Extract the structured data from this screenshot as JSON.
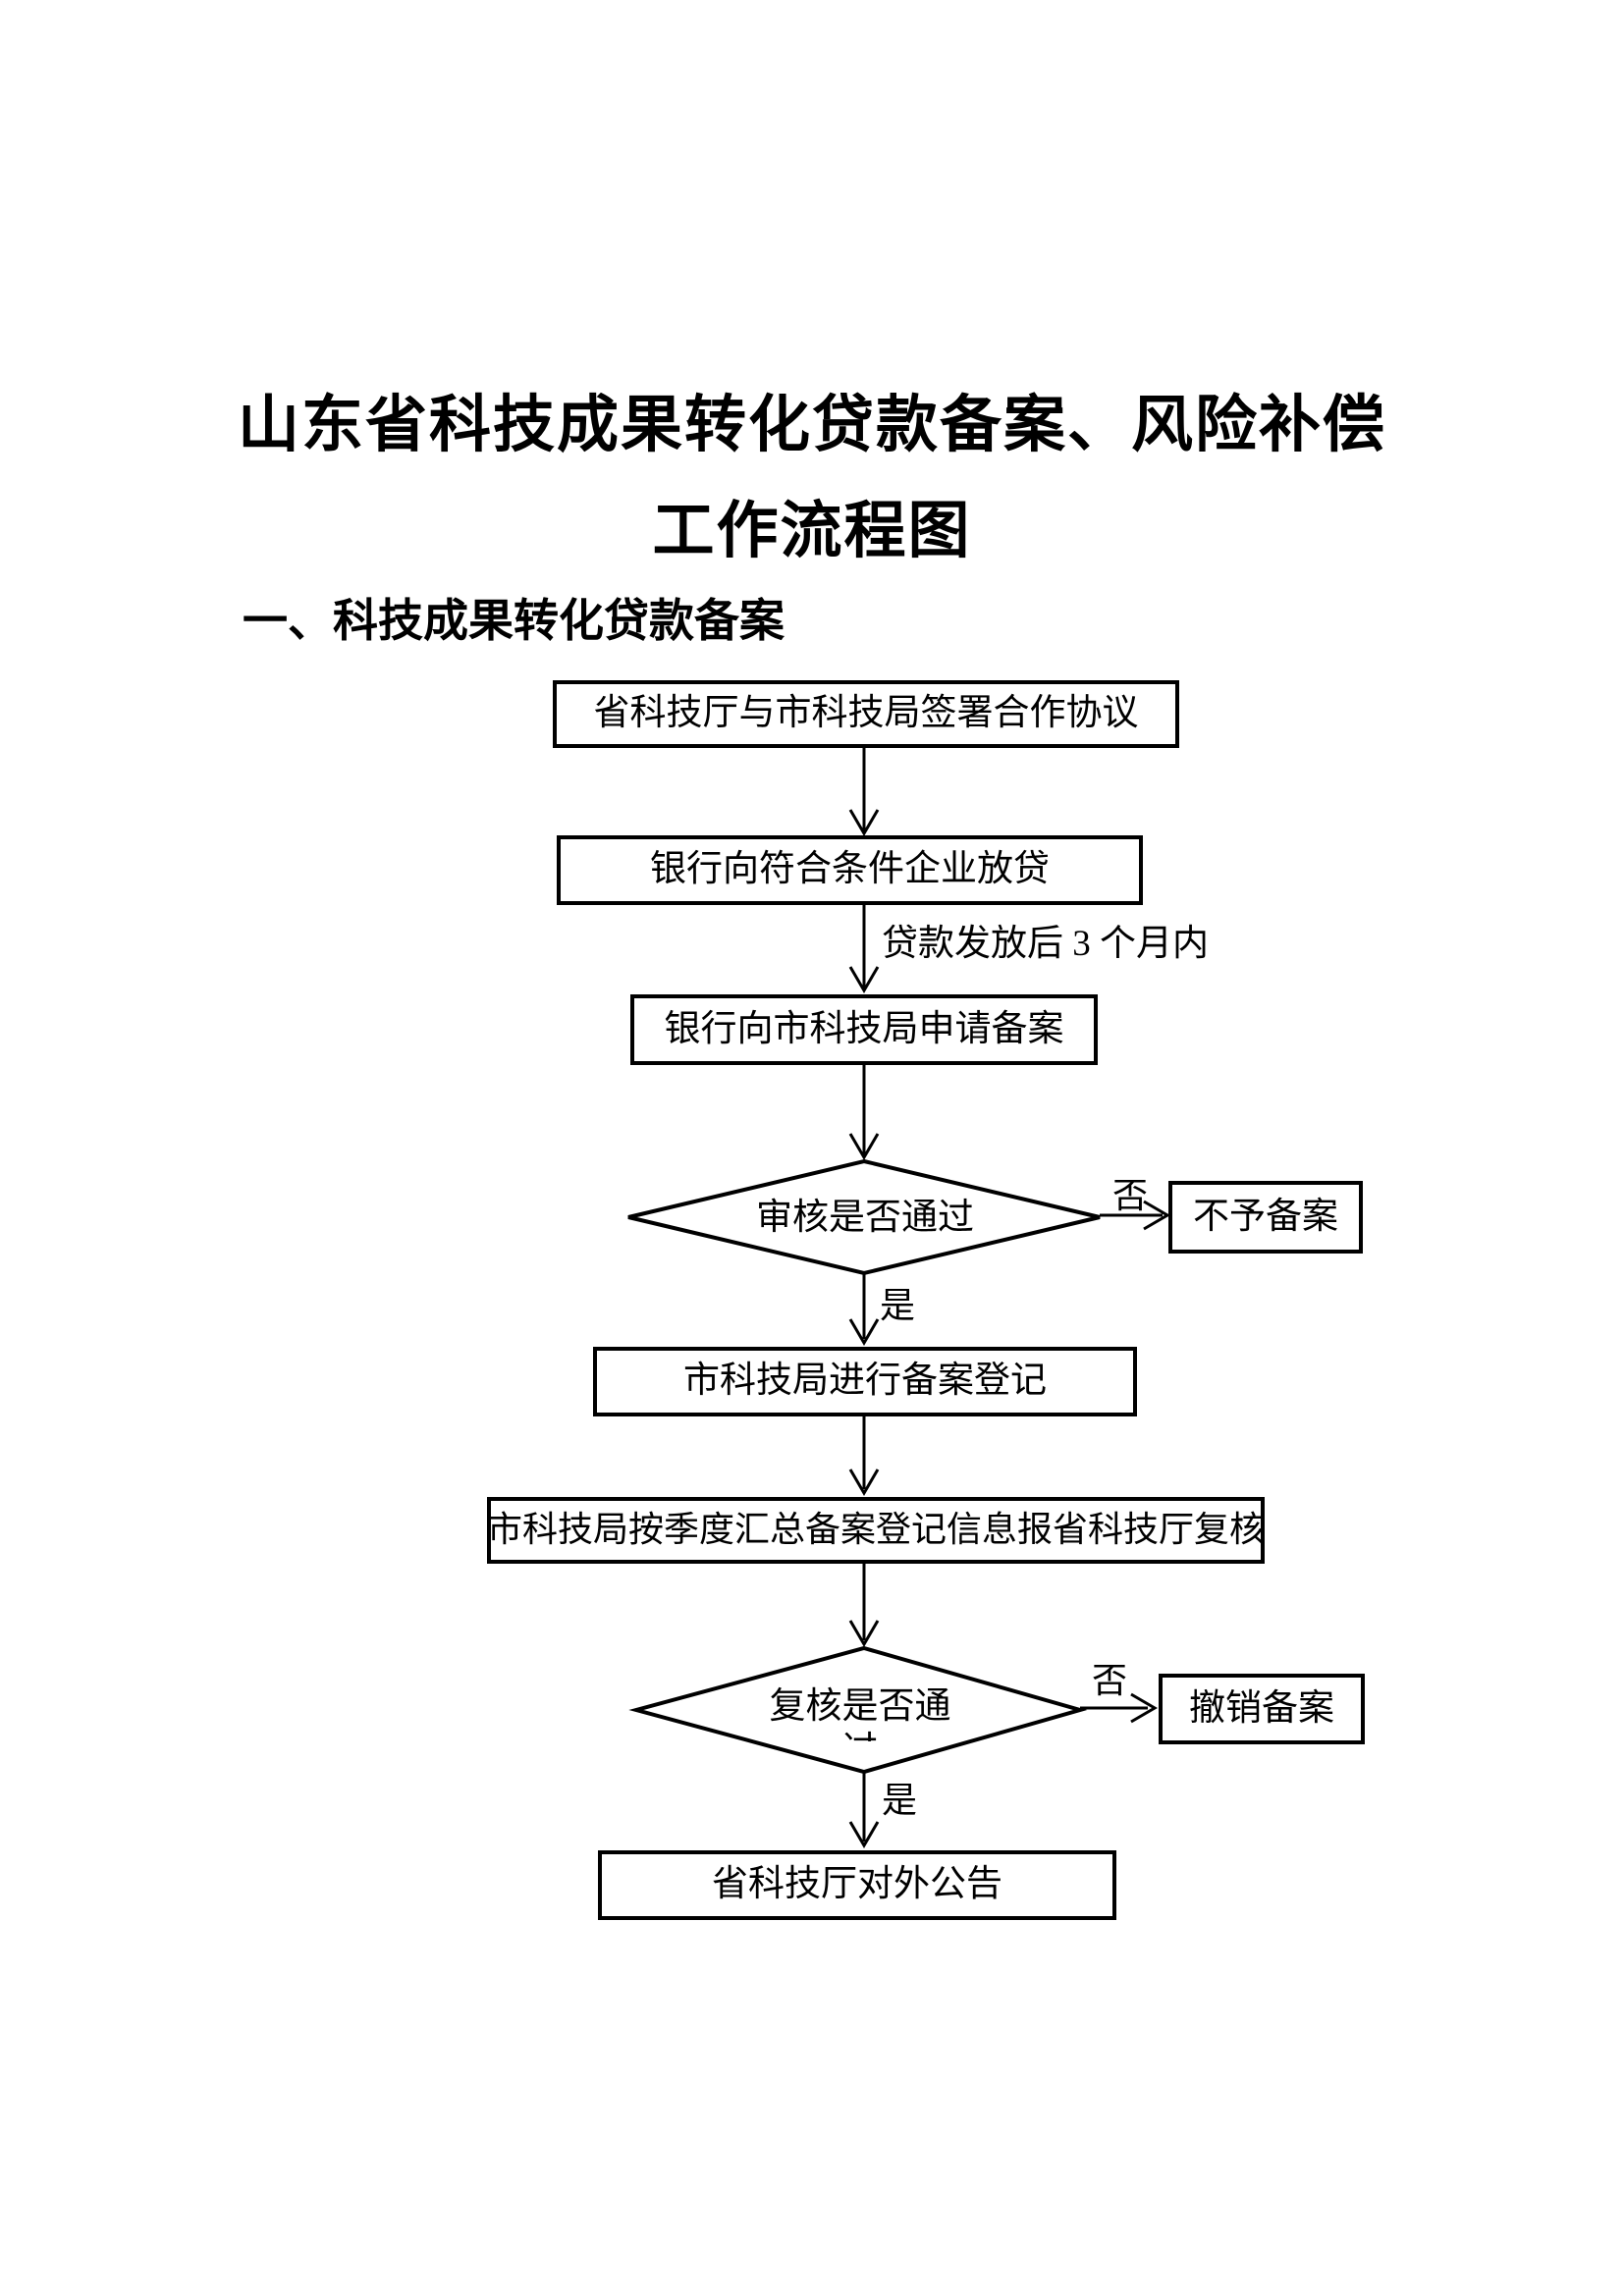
{
  "page": {
    "title_line1": "山东省科技成果转化贷款备案、风险补偿",
    "title_line2": "工作流程图",
    "section_heading": "一、科技成果转化贷款备案"
  },
  "flowchart": {
    "nodes": {
      "step1": "省科技厅与市科技局签署合作协议",
      "step2": "银行向符合条件企业放贷",
      "step3": "银行向市科技局申请备案",
      "decision1": "审核是否通过",
      "reject1": "不予备案",
      "step4": "市科技局进行备案登记",
      "step5": "市科技局按季度汇总备案登记信息报省科技厅复核",
      "decision2": "复核是否通过",
      "reject2": "撤销备案",
      "step6": "省科技厅对外公告"
    },
    "edge_labels": {
      "after_loan": "贷款发放后 3 个月内",
      "no1": "否",
      "yes1": "是",
      "no2": "否",
      "yes2": "是"
    },
    "colors": {
      "line": "#000000",
      "box_background": "#ffffff",
      "text": "#000000"
    }
  }
}
